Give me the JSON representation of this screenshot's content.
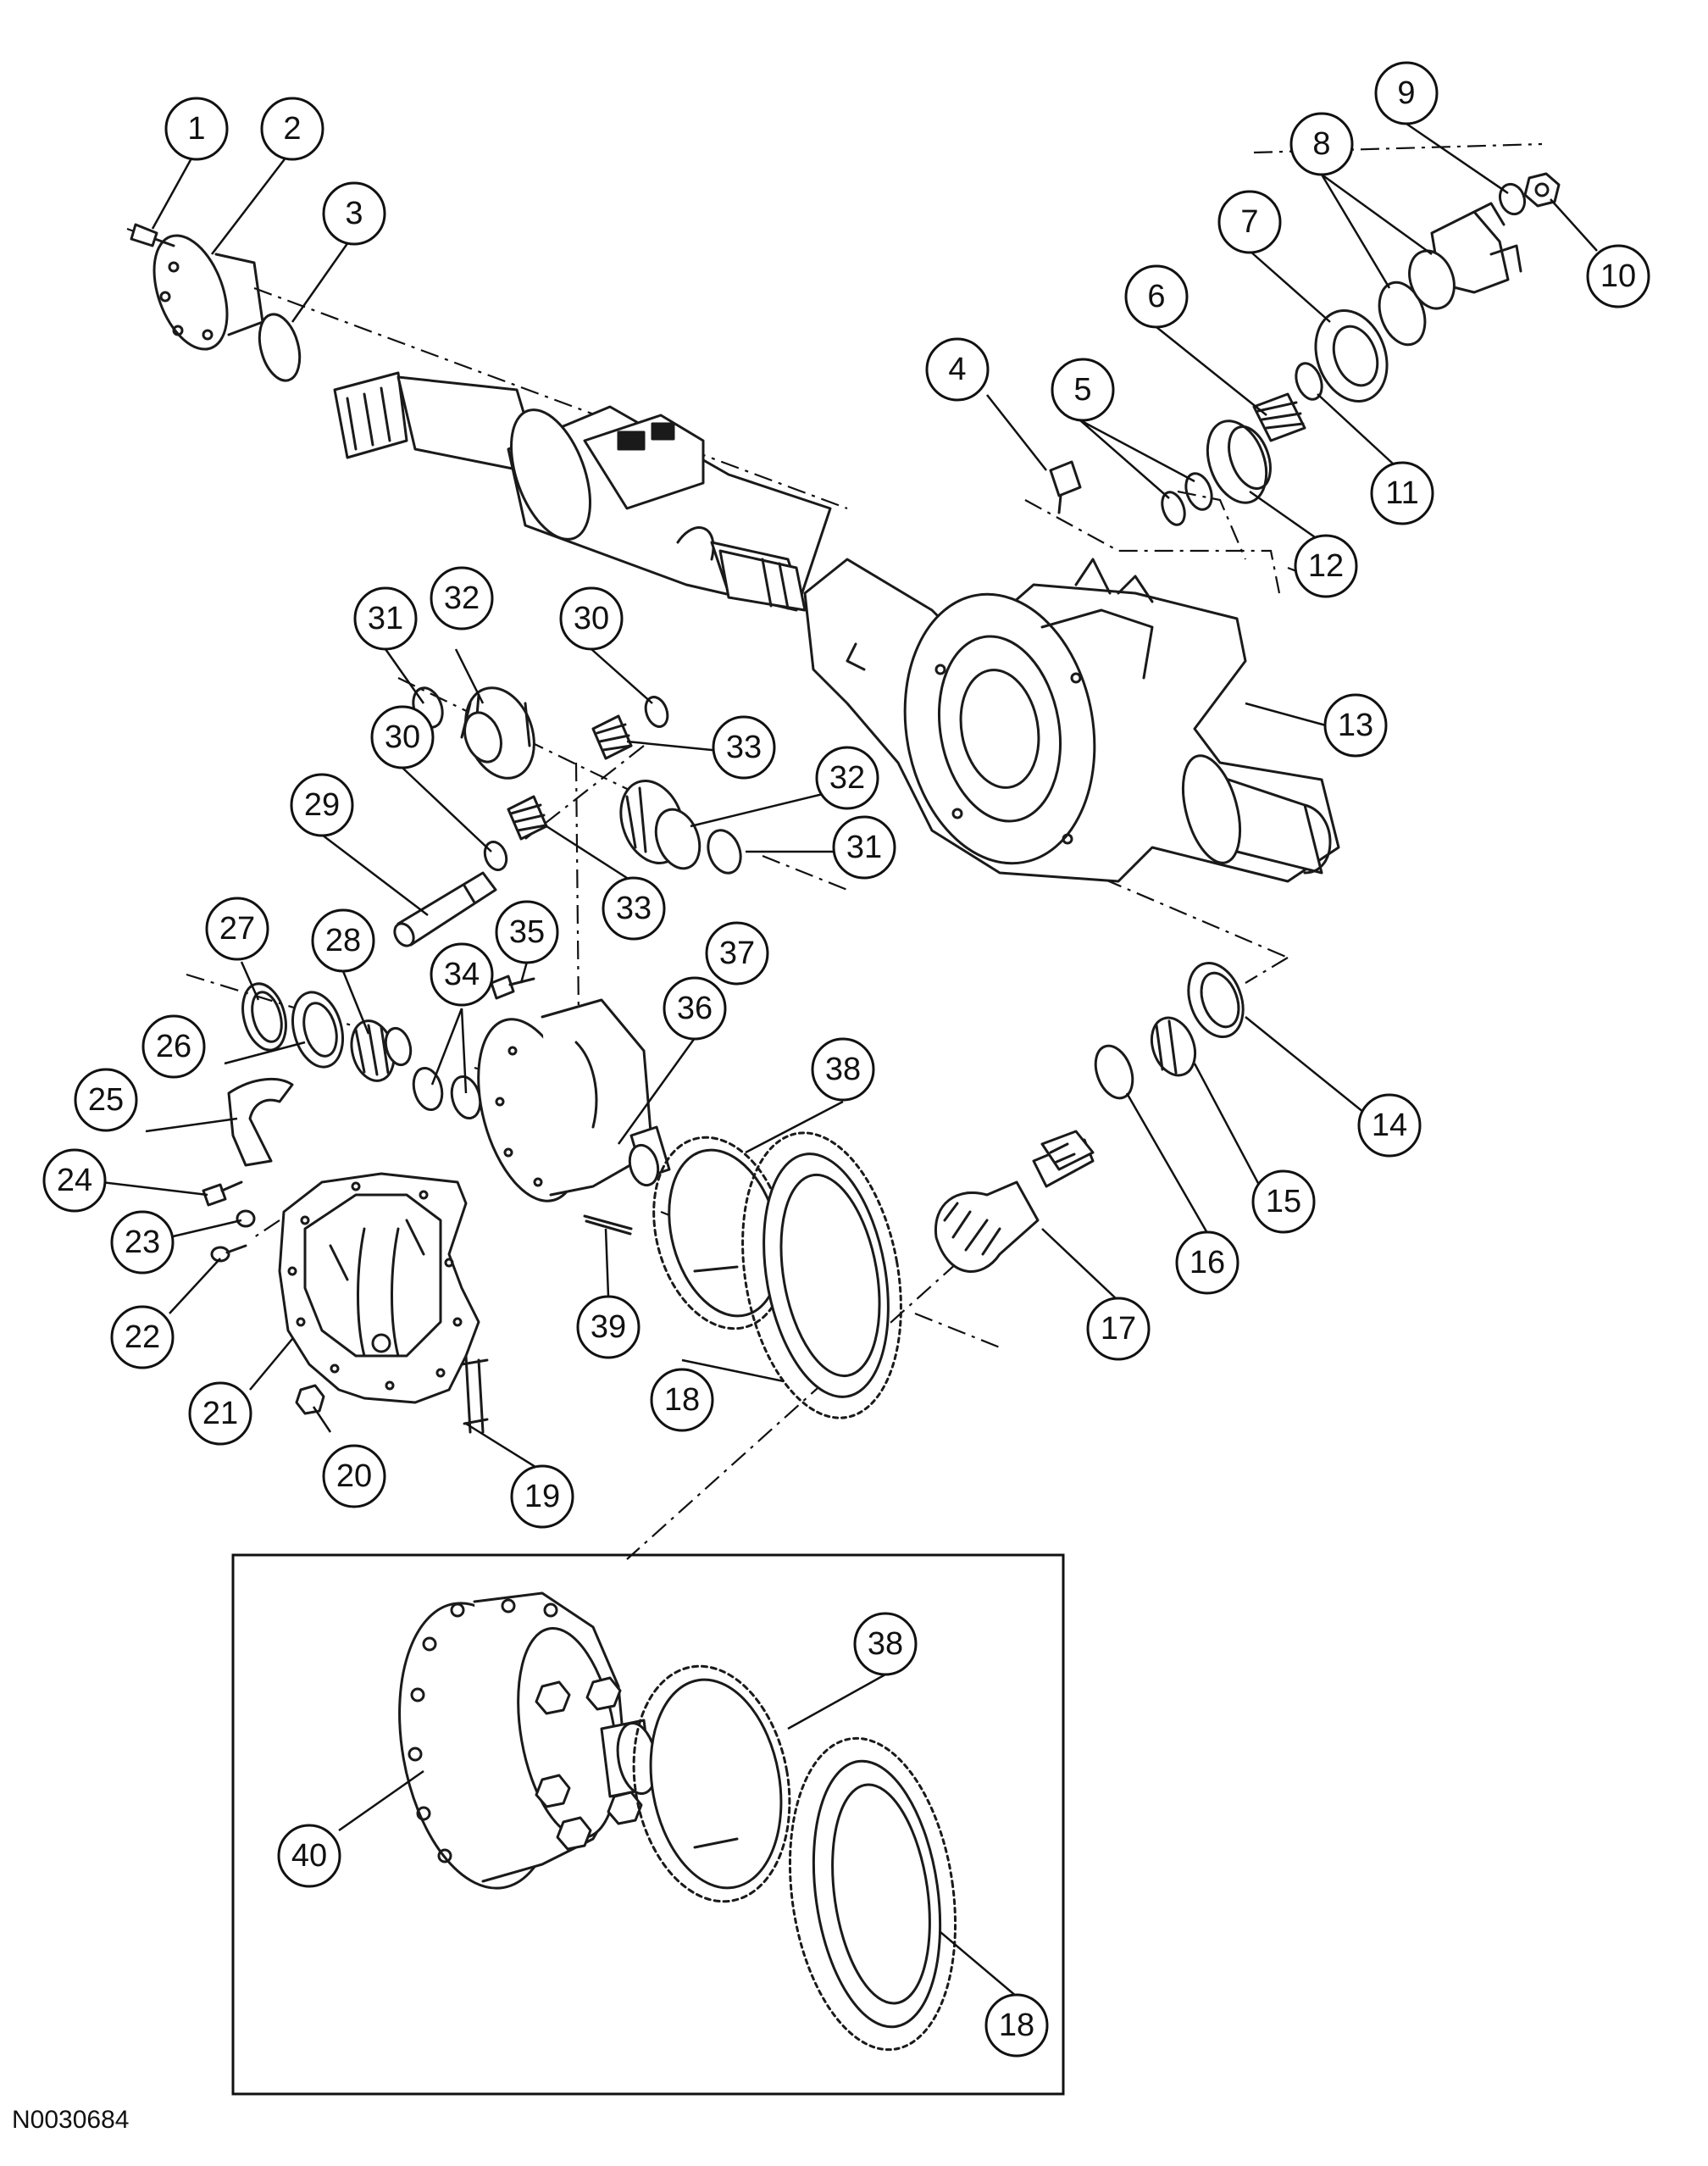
{
  "figure_id": "N0030684",
  "callouts": [
    {
      "id": "c1",
      "label": "1"
    },
    {
      "id": "c2",
      "label": "2"
    },
    {
      "id": "c3",
      "label": "3"
    },
    {
      "id": "c4",
      "label": "4"
    },
    {
      "id": "c5",
      "label": "5"
    },
    {
      "id": "c6",
      "label": "6"
    },
    {
      "id": "c7",
      "label": "7"
    },
    {
      "id": "c8",
      "label": "8"
    },
    {
      "id": "c9",
      "label": "9"
    },
    {
      "id": "c10",
      "label": "10"
    },
    {
      "id": "c11",
      "label": "11"
    },
    {
      "id": "c12",
      "label": "12"
    },
    {
      "id": "c13",
      "label": "13"
    },
    {
      "id": "c14",
      "label": "14"
    },
    {
      "id": "c15",
      "label": "15"
    },
    {
      "id": "c16",
      "label": "16"
    },
    {
      "id": "c17",
      "label": "17"
    },
    {
      "id": "c18",
      "label": "18"
    },
    {
      "id": "c19",
      "label": "19"
    },
    {
      "id": "c20",
      "label": "20"
    },
    {
      "id": "c21",
      "label": "21"
    },
    {
      "id": "c22",
      "label": "22"
    },
    {
      "id": "c23",
      "label": "23"
    },
    {
      "id": "c24",
      "label": "24"
    },
    {
      "id": "c25",
      "label": "25"
    },
    {
      "id": "c26",
      "label": "26"
    },
    {
      "id": "c27",
      "label": "27"
    },
    {
      "id": "c28",
      "label": "28"
    },
    {
      "id": "c29",
      "label": "29"
    },
    {
      "id": "c30a",
      "label": "30"
    },
    {
      "id": "c30b",
      "label": "30"
    },
    {
      "id": "c31a",
      "label": "31"
    },
    {
      "id": "c31b",
      "label": "31"
    },
    {
      "id": "c32a",
      "label": "32"
    },
    {
      "id": "c32b",
      "label": "32"
    },
    {
      "id": "c33a",
      "label": "33"
    },
    {
      "id": "c33b",
      "label": "33"
    },
    {
      "id": "c34",
      "label": "34"
    },
    {
      "id": "c35",
      "label": "35"
    },
    {
      "id": "c36",
      "label": "36"
    },
    {
      "id": "c37",
      "label": "37"
    },
    {
      "id": "c38a",
      "label": "38"
    },
    {
      "id": "c39",
      "label": "39"
    },
    {
      "id": "c38b",
      "label": "38"
    },
    {
      "id": "c40",
      "label": "40"
    },
    {
      "id": "c18b",
      "label": "18"
    }
  ]
}
